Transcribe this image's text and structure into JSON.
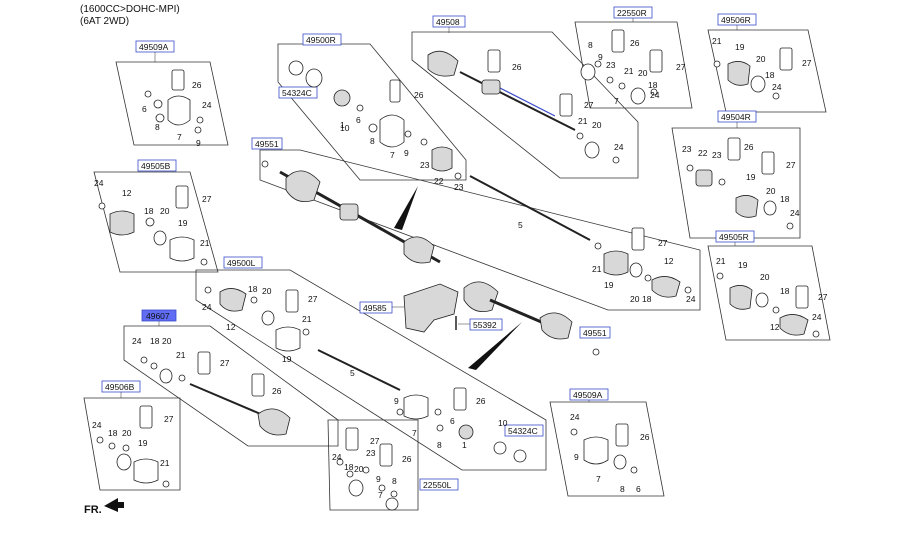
{
  "header": {
    "line1": "(1600CC>DOHC-MPI)",
    "line2": "(6AT 2WD)"
  },
  "direction_label": "FR.",
  "callouts": [
    {
      "id": "49509A-top"
    },
    {
      "id": "49500R"
    },
    {
      "id": "49508"
    },
    {
      "id": "22550R"
    },
    {
      "id": "49506R"
    },
    {
      "id": "54324C-top"
    },
    {
      "id": "49551-top"
    },
    {
      "id": "49504R"
    },
    {
      "id": "49505B"
    },
    {
      "id": "49505R"
    },
    {
      "id": "49500L"
    },
    {
      "id": "49585"
    },
    {
      "id": "55392"
    },
    {
      "id": "49551-bottom"
    },
    {
      "id": "49607"
    },
    {
      "id": "49506B"
    },
    {
      "id": "49509A-bottom"
    },
    {
      "id": "54324C-bottom"
    },
    {
      "id": "22550L"
    }
  ],
  "labels": {
    "c1": "49509A",
    "c2": "49500R",
    "c3": "49508",
    "c4": "22550R",
    "c5": "49506R",
    "c6": "54324C",
    "c7": "49551",
    "c8": "49504R",
    "c9": "49505B",
    "c10": "49505R",
    "c11": "49500L",
    "c12": "49585",
    "c13": "55392",
    "c14": "49551",
    "c15": "49607",
    "c16": "49506B",
    "c17": "49509A",
    "c18": "54324C",
    "c19": "22550L"
  },
  "part_numbers": {
    "n26": "26",
    "n24": "24",
    "n6": "6",
    "n8": "8",
    "n7": "7",
    "n9": "9",
    "n10": "10",
    "n1": "1",
    "n27": "27",
    "n21": "21",
    "n20": "20",
    "n23": "23",
    "n22": "22",
    "n19": "19",
    "n18": "18",
    "n12": "12",
    "n5": "5"
  }
}
